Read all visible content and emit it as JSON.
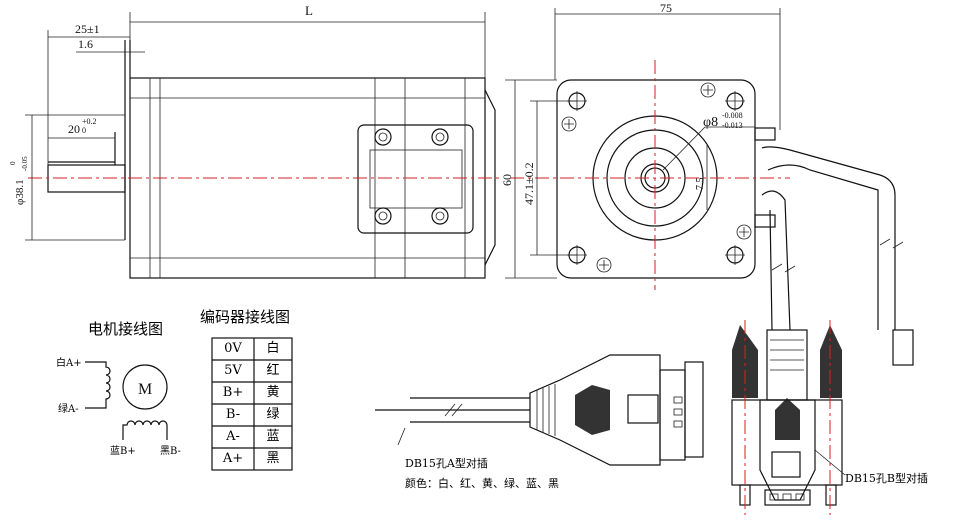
{
  "side_view": {
    "dim_length": "L",
    "dim_shaft_length": "25±1",
    "dim_flange": "1.6",
    "dim_flat_length": "20",
    "dim_flat_tol_upper": "+0.2",
    "dim_flat_tol_lower": "0",
    "dim_pilot_diameter": "φ38.1",
    "dim_pilot_tol_upper": "0",
    "dim_pilot_tol_lower": "-0.05"
  },
  "front_view": {
    "dim_width": "75",
    "dim_height": "60",
    "dim_hole_spacing": "47.1±0.2",
    "dim_shaft_diameter": "φ8",
    "dim_shaft_tol_upper": "-0.008",
    "dim_shaft_tol_lower": "-0.013",
    "dim_flat": "7.5"
  },
  "motor_wiring": {
    "title": "电机接线图",
    "motor_label": "M",
    "a_plus": "白A+",
    "a_minus": "绿A-",
    "b_plus": "蓝B+",
    "b_minus": "黑B-"
  },
  "encoder_wiring": {
    "title": "编码器接线图",
    "rows": [
      {
        "signal": "0V",
        "color": "白"
      },
      {
        "signal": "5V",
        "color": "红"
      },
      {
        "signal": "B+",
        "color": "黄"
      },
      {
        "signal": "B-",
        "color": "绿"
      },
      {
        "signal": "A-",
        "color": "蓝"
      },
      {
        "signal": "A+",
        "color": "黑"
      }
    ]
  },
  "connectors": {
    "a_label": "DB15孔A型对插",
    "colors_label": "颜色：白、红、黄、绿、蓝、黑",
    "b_label": "DB15孔B型对插"
  },
  "colors": {
    "line": "#111111",
    "centerline": "#d42020"
  }
}
